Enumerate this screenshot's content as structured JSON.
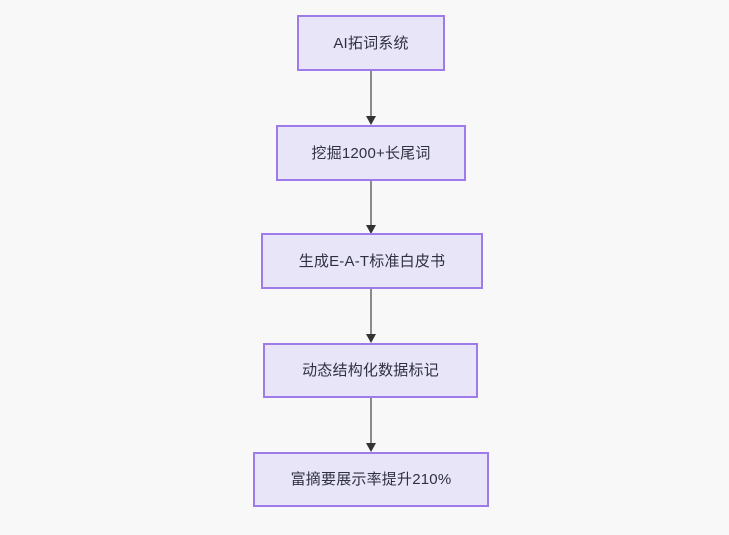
{
  "diagram": {
    "type": "flowchart",
    "direction": "top-to-bottom",
    "background_color": "#f8f8f8",
    "node_fill_color": "#e8e5f8",
    "node_border_color": "#9f7aea",
    "node_text_color": "#2f3042",
    "connector_line_color": "#8a8a8a",
    "connector_arrow_color": "#333333",
    "nodes": [
      {
        "id": "n1",
        "label": "AI拓词系统"
      },
      {
        "id": "n2",
        "label": "挖掘1200+长尾词"
      },
      {
        "id": "n3",
        "label": "生成E-A-T标准白皮书"
      },
      {
        "id": "n4",
        "label": "动态结构化数据标记"
      },
      {
        "id": "n5",
        "label": "富摘要展示率提升210%"
      }
    ],
    "edges": [
      {
        "from": "n1",
        "to": "n2"
      },
      {
        "from": "n2",
        "to": "n3"
      },
      {
        "from": "n3",
        "to": "n4"
      },
      {
        "from": "n4",
        "to": "n5"
      }
    ]
  }
}
